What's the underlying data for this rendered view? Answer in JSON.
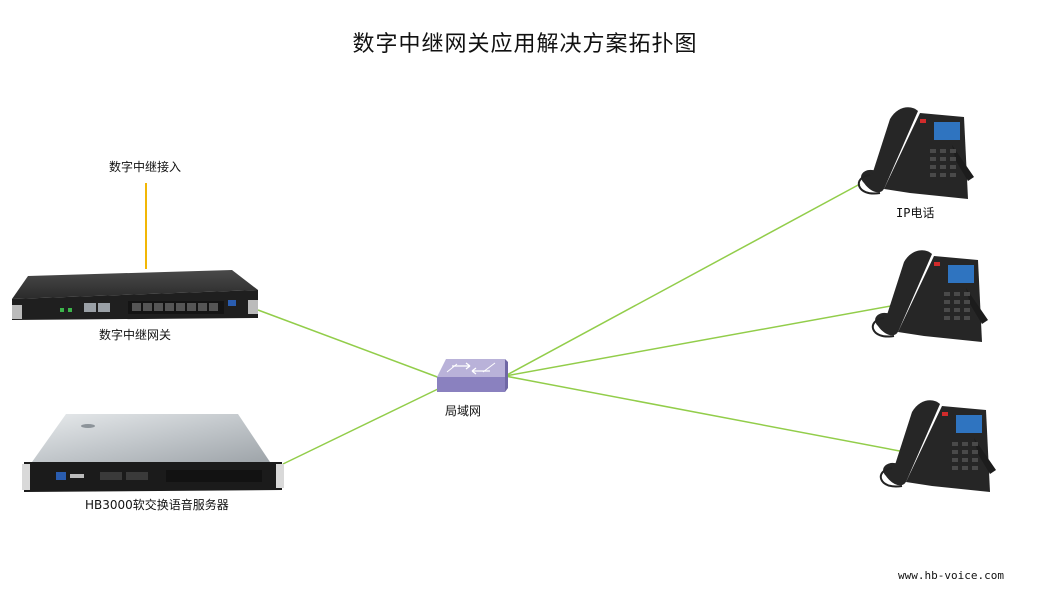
{
  "diagram": {
    "title": "数字中继网关应用解决方案拓扑图",
    "footer_url": "www.hb-voice.com",
    "colors": {
      "trunk_line": "#f2b705",
      "lan_link": "#92cd4a",
      "switch_top": "#b9b2d9",
      "switch_side": "#8a81bf",
      "device_dark": "#262626",
      "server_silver": "#cfd3d6",
      "phone_screen": "#2f74c0"
    },
    "nodes": {
      "trunk": {
        "label": "数字中继接入"
      },
      "gateway": {
        "label": "数字中继网关",
        "icon": "rack-gateway-icon"
      },
      "server": {
        "label": "HB3000软交换语音服务器",
        "icon": "rack-server-icon"
      },
      "lan": {
        "label": "局域网",
        "icon": "network-switch-icon"
      },
      "phone": {
        "label": "IP电话",
        "icon": "ip-phone-icon"
      }
    }
  }
}
